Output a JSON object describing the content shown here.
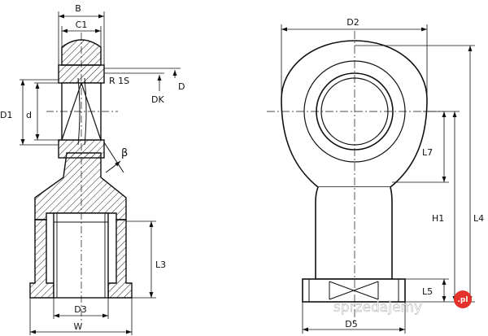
{
  "left_view": {
    "labels": {
      "B": "B",
      "C1": "C1",
      "R1S": "R 1S",
      "D": "D",
      "DK": "DK",
      "D1": "D1",
      "d": "d",
      "beta": "β",
      "L3": "L3",
      "D3": "D3",
      "W": "W"
    }
  },
  "right_view": {
    "labels": {
      "D2": "D2",
      "L7": "L7",
      "H1": "H1",
      "L4": "L4",
      "L5": "L5",
      "D5": "D5"
    }
  },
  "watermark": {
    "text": "sprzedajemy",
    "badge": ".pl",
    "color": "#e4322b"
  }
}
